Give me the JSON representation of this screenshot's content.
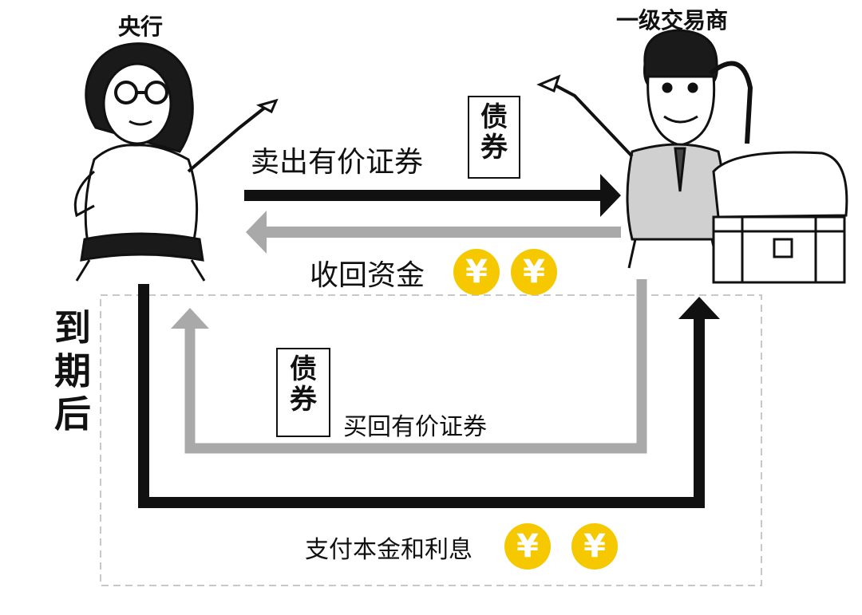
{
  "actors": {
    "central_bank": "央行",
    "primary_dealer": "一级交易商"
  },
  "flows": {
    "sell_securities": "卖出有价证券",
    "withdraw_funds": "收回资金",
    "buy_back_securities": "买回有价证券",
    "pay_principal_interest": "支付本金和利息"
  },
  "bond_label": "债券",
  "after_maturity": "到期后",
  "currency_symbol": "¥",
  "colors": {
    "coin": "#f5c800",
    "arrow_dark": "#111111",
    "arrow_light": "#a9a9a9",
    "dashed_border": "#c8c8c8"
  }
}
